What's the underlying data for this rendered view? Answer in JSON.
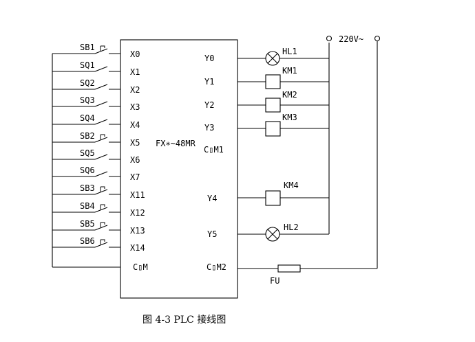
{
  "diagram": {
    "caption": "图 4-3 PLC 接线图",
    "plc": {
      "model": "FX∗~48MR",
      "inputs": [
        "X0",
        "X1",
        "X2",
        "X3",
        "X4",
        "X5",
        "X6",
        "X7",
        "X11",
        "X12",
        "X13",
        "X14"
      ],
      "input_common": "C▯M",
      "outputs": [
        "Y0",
        "Y1",
        "Y2",
        "Y3"
      ],
      "output_common1": "C▯M1",
      "outputs2": [
        "Y4",
        "Y5"
      ],
      "output_common2": "C▯M2"
    },
    "switches": [
      "SB1",
      "SQ1",
      "SQ2",
      "SQ3",
      "SQ4",
      "SB2",
      "SQ5",
      "SQ6",
      "SB3",
      "SB4",
      "SB5",
      "SB6"
    ],
    "loads": {
      "hl1": "HL1",
      "km1": "KM1",
      "km2": "KM2",
      "km3": "KM3",
      "km4": "KM4",
      "hl2": "HL2"
    },
    "supply": "220V~",
    "fuse": "FU"
  }
}
